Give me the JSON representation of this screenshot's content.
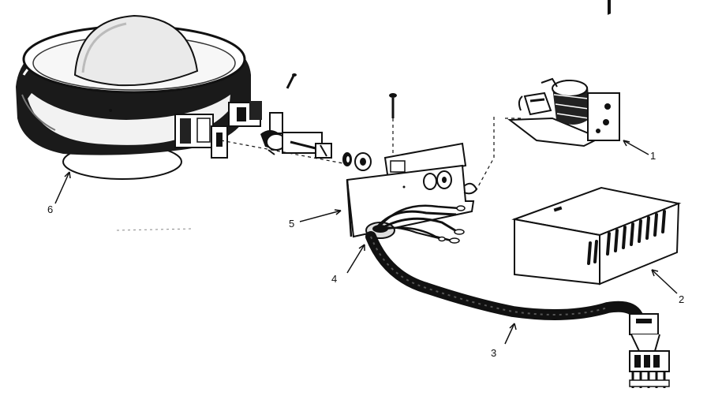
{
  "diagram": {
    "callouts": [
      {
        "id": "1",
        "label": "1",
        "part": "relay-switch"
      },
      {
        "id": "2",
        "label": "2",
        "part": "cover-box"
      },
      {
        "id": "3",
        "label": "3",
        "part": "power-cord-harness"
      },
      {
        "id": "4",
        "label": "4",
        "part": "grommet"
      },
      {
        "id": "5",
        "label": "5",
        "part": "mounting-bracket"
      },
      {
        "id": "6",
        "label": "6",
        "part": "lamp-housing"
      }
    ],
    "colors": {
      "ink": "#111111",
      "paper": "#ffffff",
      "shade": "#2a2a2a"
    }
  }
}
